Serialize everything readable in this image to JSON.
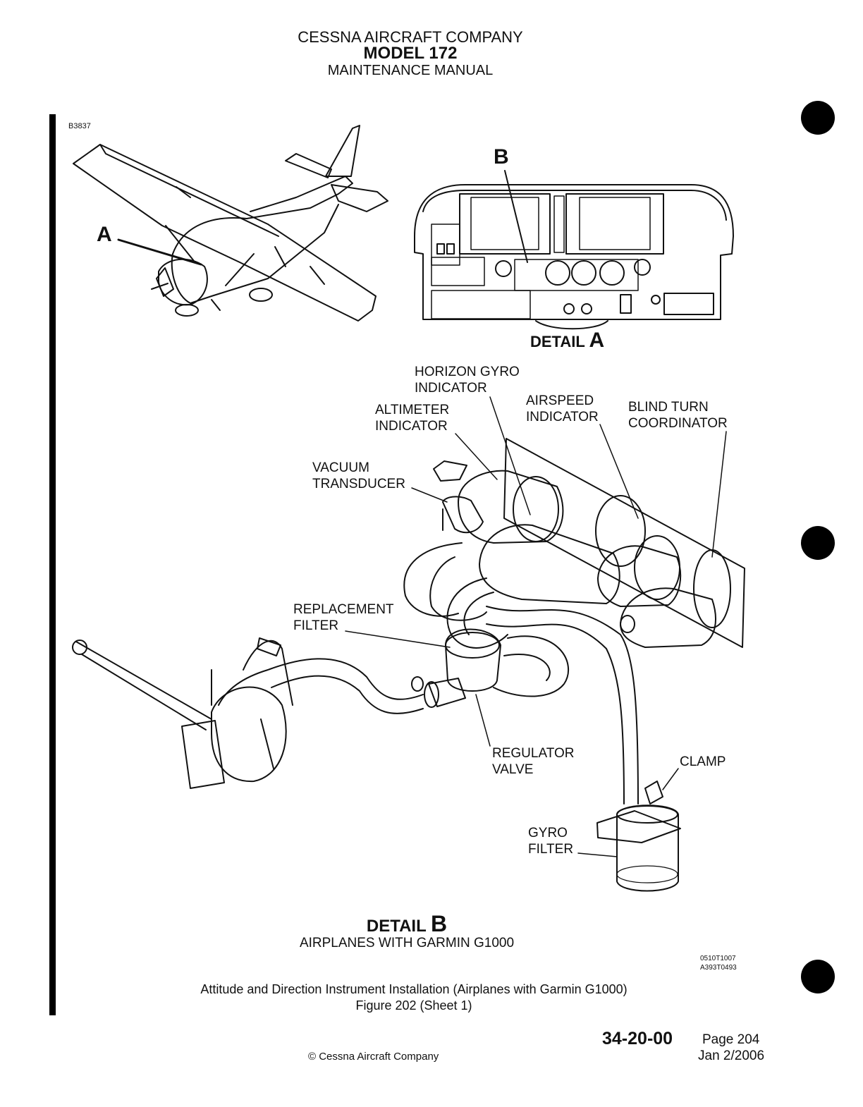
{
  "header": {
    "company": "CESSNA AIRCRAFT COMPANY",
    "model": "MODEL 172",
    "manual": "MAINTENANCE MANUAL"
  },
  "figure_id": "B3837",
  "callouts": {
    "a_letter": "A",
    "b_letter": "B"
  },
  "detail_a": {
    "prefix": "DETAIL",
    "letter": "A"
  },
  "labels": {
    "horizon_gyro_1": "HORIZON GYRO",
    "horizon_gyro_2": "INDICATOR",
    "altimeter_1": "ALTIMETER",
    "altimeter_2": "INDICATOR",
    "airspeed_1": "AIRSPEED",
    "airspeed_2": "INDICATOR",
    "blind_turn_1": "BLIND TURN",
    "blind_turn_2": "COORDINATOR",
    "vacuum_1": "VACUUM",
    "vacuum_2": "TRANSDUCER",
    "replacement_1": "REPLACEMENT",
    "replacement_2": "FILTER",
    "regulator_1": "REGULATOR",
    "regulator_2": "VALVE",
    "clamp": "CLAMP",
    "gyro_filter_1": "GYRO",
    "gyro_filter_2": "FILTER"
  },
  "detail_b": {
    "prefix": "DETAIL",
    "letter": "B",
    "subtitle": "AIRPLANES WITH GARMIN G1000"
  },
  "codes": [
    "0510T1007",
    "A393T0493"
  ],
  "caption": {
    "line1": "Attitude and Direction Instrument Installation (Airplanes with Garmin G1000)",
    "line2": "Figure 202 (Sheet 1)"
  },
  "footer": {
    "chapter": "34-20-00",
    "page": "Page 204",
    "date": "Jan 2/2006",
    "copyright": "© Cessna Aircraft Company"
  }
}
